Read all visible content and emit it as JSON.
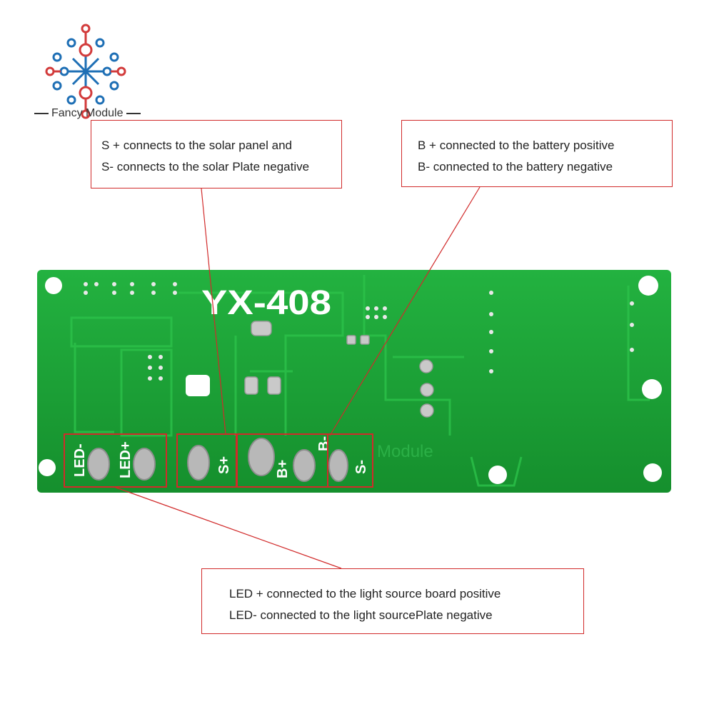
{
  "brand": {
    "name": "Fancy Module",
    "watermark": "Module"
  },
  "board": {
    "model": "YX-408",
    "pads": {
      "led_minus": "LED-",
      "led_plus": "LED+",
      "s_plus": "S+",
      "b_plus": "B+",
      "b_minus": "B-",
      "s_minus": "S-"
    }
  },
  "callouts": {
    "solar": {
      "line1": "S + connects to the solar panel and",
      "line2": "S- connects to the solar Plate negative"
    },
    "battery": {
      "line1": "B + connected to the battery positive",
      "line2": "B- connected to the battery negative"
    },
    "led": {
      "line1": "LED + connected to the light source board positive",
      "line2": "LED- connected to the light sourcePlate negative"
    }
  },
  "colors": {
    "pcb": "#1fa83a",
    "pcb_trace": "#30c24c",
    "callout_border": "#d12a2a",
    "pad": "#b8b8b8"
  }
}
